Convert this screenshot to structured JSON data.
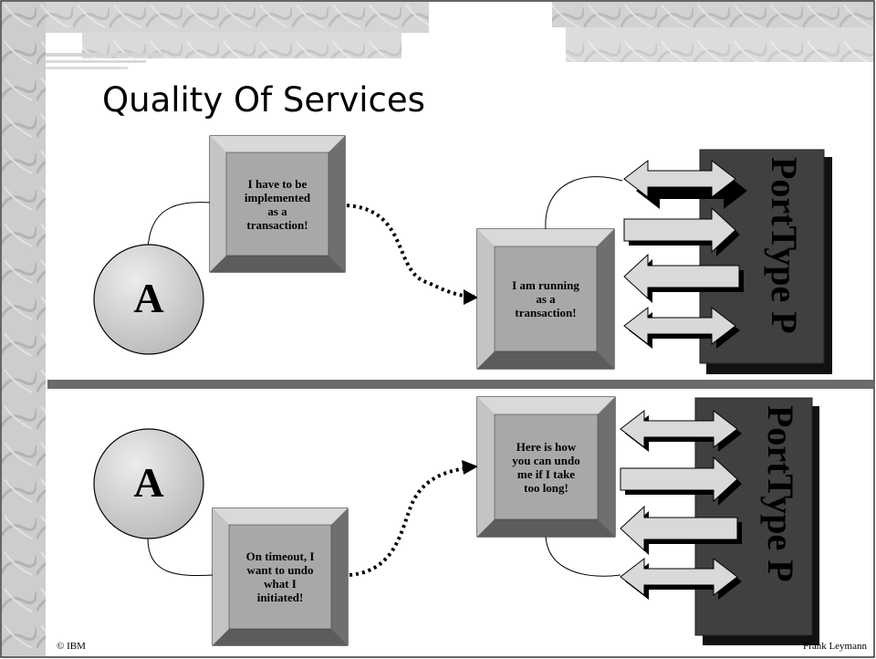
{
  "title": "Quality Of Services",
  "footer": {
    "left": "© IBM",
    "right": "Frank Leymann"
  },
  "top": {
    "requester_label": "A",
    "requester_box_text": [
      "I have to be",
      "implemented",
      "as a",
      "transaction!"
    ],
    "provider_box_text": [
      "I am running",
      "as a",
      "transaction!"
    ],
    "port_type_label": "PortType P"
  },
  "bottom": {
    "requester_label": "A",
    "requester_box_text": [
      "On timeout, I",
      "want to undo",
      "what I",
      "initiated!"
    ],
    "provider_box_text": [
      "Here is how",
      "you can undo",
      "me if I take",
      "too long!"
    ],
    "port_type_label": "PortType P"
  },
  "colors": {
    "sidebar": "#c9c9c9",
    "divider": "#6b6b6b",
    "port_block": "#404040",
    "bevel_face": "#a8a8a8",
    "circle": "#cfcfcf"
  }
}
